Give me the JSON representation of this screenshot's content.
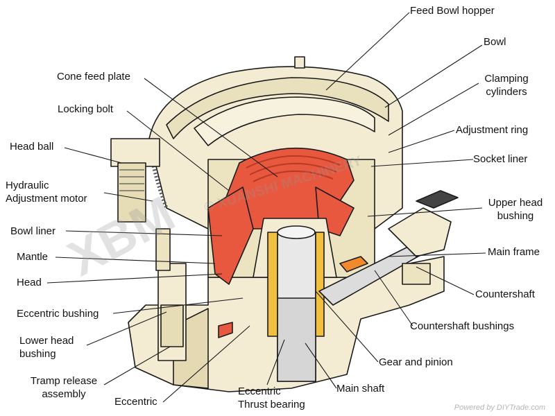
{
  "labels": {
    "feed_bowl_hopper": "Feed Bowl hopper",
    "bowl": "Bowl",
    "clamping_cylinders_1": "Clamping",
    "clamping_cylinders_2": "cylinders",
    "adjustment_ring": "Adjustment ring",
    "socket_liner": "Socket liner",
    "upper_head_bushing_1": "Upper head",
    "upper_head_bushing_2": "bushing",
    "main_frame": "Main frame",
    "countershaft": "Countershaft",
    "countershaft_bushings": "Countershaft bushings",
    "gear_and_pinion": "Gear and pinion",
    "main_shaft": "Main shaft",
    "eccentric_thrust_bearing_1": "Eccentric",
    "eccentric_thrust_bearing_2": "Thrust bearing",
    "eccentric": "Eccentric",
    "tramp_release_assembly_1": "Tramp release",
    "tramp_release_assembly_2": "assembly",
    "lower_head_bushing_1": "Lower head",
    "lower_head_bushing_2": "bushing",
    "eccentric_bushing": "Eccentric bushing",
    "head": "Head",
    "mantle": "Mantle",
    "bowl_liner": "Bowl liner",
    "hydraulic_adjustment_motor_1": "Hydraulic",
    "hydraulic_adjustment_motor_2": "Adjustment motor",
    "head_ball": "Head ball",
    "locking_bolt": "Locking bolt",
    "cone_feed_plate": "Cone feed plate"
  },
  "watermark": {
    "logo": "XBM",
    "text": "© XUANSHI MACHINERY"
  },
  "credit": "Powered by DIYTrade.com",
  "colors": {
    "body": "#f3ecd2",
    "shade": "#ddd2a8",
    "liner": "#e8583f",
    "liner_dark": "#b83a26",
    "accent": "#f08a2c",
    "outline": "#1a1a1a"
  }
}
